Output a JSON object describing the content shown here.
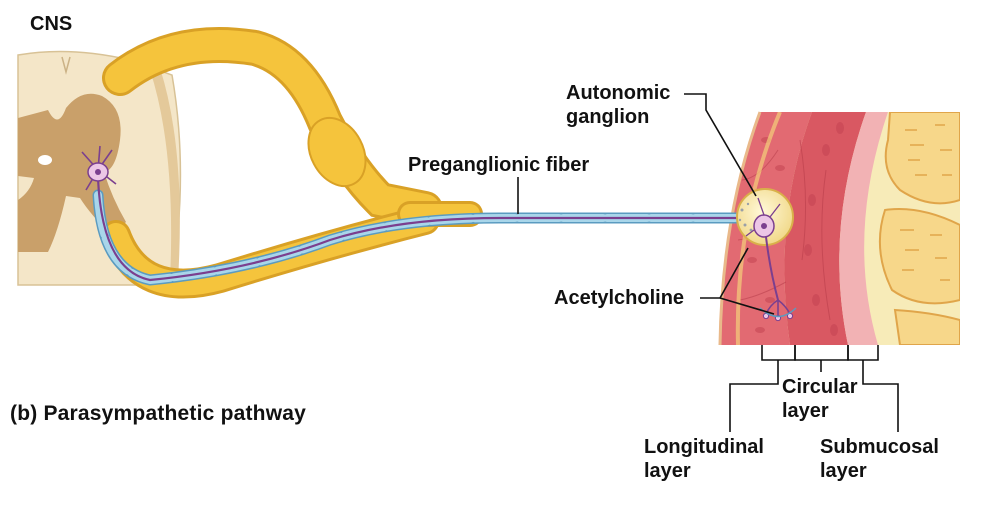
{
  "labels": {
    "cns": "CNS",
    "preganglionic": "Preganglionic fiber",
    "autonomic_ganglion_line1": "Autonomic",
    "autonomic_ganglion_line2": "ganglion",
    "acetylcholine": "Acetylcholine",
    "circular_line1": "Circular",
    "circular_line2": "layer",
    "longitudinal_line1": "Longitudinal",
    "longitudinal_line2": "layer",
    "submucosal_line1": "Submucosal",
    "submucosal_line2": "layer",
    "caption": "(b) Parasympathetic pathway"
  },
  "colors": {
    "spinal_cord": "#f4e6c8",
    "gray_matter": "#c9a06a",
    "nerve_yellow": "#f5c43c",
    "nerve_shadow": "#d9a126",
    "axon": "#7b3f8f",
    "myelin": "#a9d6ea",
    "tissue_red": "#e26a72",
    "tissue_dark": "#c44452",
    "mucosa": "#f7d78a",
    "neuron_pink": "#ecc6e6"
  }
}
